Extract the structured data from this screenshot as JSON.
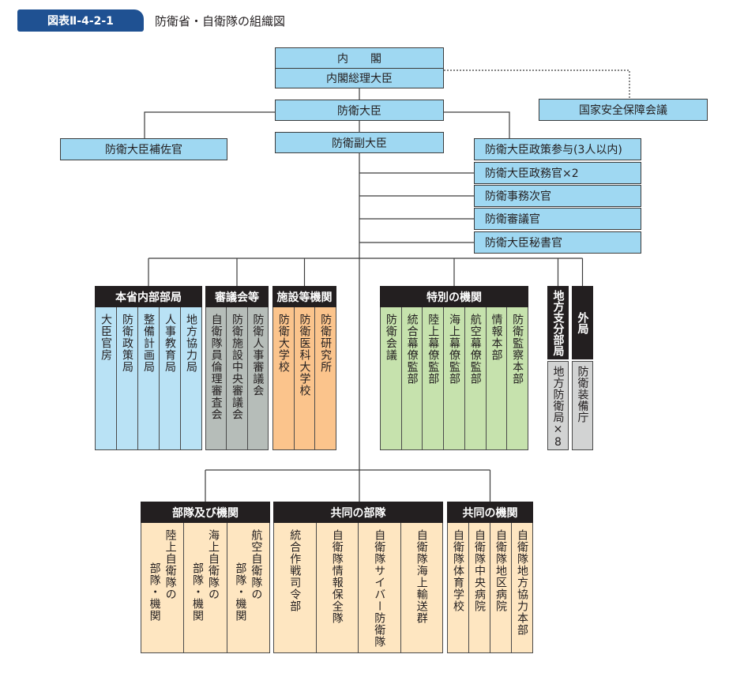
{
  "header": {
    "figure_label": "図表Ⅱ-4-2-1",
    "title": "防衛省・自衛隊の組織図"
  },
  "top": {
    "cabinet": "内　　閣",
    "prime_minister": "内閣総理大臣",
    "nsc": "国家安全保障会議",
    "minister": "防衛大臣",
    "vice_minister": "防衛副大臣",
    "special_advisor": "防衛大臣補佐官",
    "staff": [
      "防衛大臣政策参与(3人以内)",
      "防衛大臣政務官×2",
      "防衛事務次官",
      "防衛審議官",
      "防衛大臣秘書官"
    ]
  },
  "groups": {
    "internal_bureaus": {
      "title": "本省内部部局",
      "items": [
        "大臣官房",
        "防衛政策局",
        "整備計画局",
        "人事教育局",
        "地方協力局"
      ]
    },
    "councils": {
      "title": "審議会等",
      "items": [
        "自衛隊員倫理審査会",
        "防衛施設中央審議会",
        "防衛人事審議会"
      ]
    },
    "facilities": {
      "title": "施設等機関",
      "items": [
        "防衛大学校",
        "防衛医科大学校",
        "防衛研究所"
      ]
    },
    "special": {
      "title": "特別の機関",
      "items": [
        "防衛会議",
        "統合幕僚監部",
        "陸上幕僚監部",
        "海上幕僚監部",
        "航空幕僚監部",
        "情報本部",
        "防衛監察本部"
      ]
    },
    "regional": {
      "title": "地方支分部局",
      "items": [
        "地方防衛局×8"
      ]
    },
    "external": {
      "title": "外局",
      "items": [
        "防衛装備庁"
      ]
    }
  },
  "units": {
    "sdf_units": {
      "title": "部隊及び機関",
      "items": [
        [
          "陸上自衛隊の",
          "部隊・機関"
        ],
        [
          "海上自衛隊の",
          "部隊・機関"
        ],
        [
          "航空自衛隊の",
          "部隊・機関"
        ]
      ]
    },
    "joint_units": {
      "title": "共同の部隊",
      "items": [
        "統合作戦司令部",
        "自衛隊情報保全隊",
        "自衛隊サイバー防衛隊",
        "自衛隊海上輸送群"
      ]
    },
    "joint_orgs": {
      "title": "共同の機関",
      "items": [
        "自衛隊体育学校",
        "自衛隊中央病院",
        "自衛隊地区病院",
        "自衛隊地方協力本部"
      ]
    }
  },
  "colors": {
    "figure_label": "#1f5192",
    "top_box": "#9fd8f2",
    "group_header": "#231f20",
    "internal_bureaus": "#b9e2f5",
    "councils": "#b6bdb9",
    "facilities": "#fbc48c",
    "special": "#c6e2ad",
    "regional_external": "#d2d3d3",
    "units": "#fee6c1",
    "line": "#3c3c3c"
  }
}
